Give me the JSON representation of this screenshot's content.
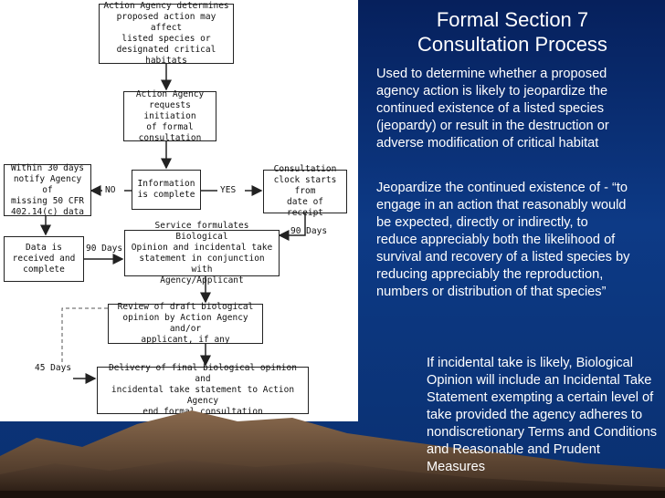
{
  "slide": {
    "title_line1": "Formal Section 7",
    "title_line2": "Consultation Process",
    "para1": "Used to determine whether a proposed agency action is likely to jeopardize the continued existence of a listed species (jeopardy) or result in the destruction or adverse modification of critical habitat",
    "para2": "Jeopardize the continued existence of - “to engage in an action that reasonably would be expected, directly or indirectly, to reduce appreciably both the likelihood of survival and recovery of a listed species by reducing appreciably the reproduction, numbers or distribution of that species”",
    "para3": "If incidental take is likely, Biological Opinion will include an Incidental Take Statement exempting a certain level of take provided the agency adheres to nondiscretionary Terms and Conditions and Reasonable and Prudent Measures"
  },
  "flowchart": {
    "box_determines": "Action Agency determines\nproposed action may affect\nlisted species or\ndesignated critical habitats",
    "box_requests": "Action Agency\nrequests initiation\nof formal\nconsultation",
    "box_info_complete": "Information\nis complete",
    "box_notify": "Within 30 days\nnotify Agency of\nmissing 50 CFR\n402.14(c) data",
    "box_clock": "Consultation\nclock starts from\ndate of receipt",
    "box_data_received": "Data is\nreceived and\ncomplete",
    "box_service": "Service formulates Biological\nOpinion and incidental take\nstatement in conjunction with\nAgency/Applicant",
    "box_review": "Review of draft biological\nopinion by Action Agency and/or\napplicant, if any",
    "box_delivery": "Delivery of final biological opinion and\nincidental  take statement to Action Agency\nend formal consultation",
    "label_no": "NO",
    "label_yes": "YES",
    "label_90_days_clock": "90 Days",
    "label_90_days_data": "90 Days",
    "label_45_days": "45 Days"
  },
  "colors": {
    "background": "#0b2c6e",
    "text": "#ffffff",
    "panel": "#ffffff"
  }
}
